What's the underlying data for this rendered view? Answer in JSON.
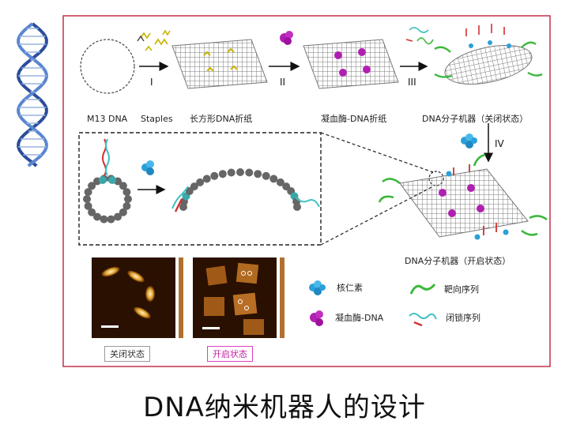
{
  "page_title": "DNA纳米机器人的设计",
  "steps": {
    "m13": "M13 DNA",
    "staples": "Staples",
    "rect_origami": "长方形DNA折纸",
    "thrombin_origami": "凝血酶-DNA折纸",
    "machine_closed": "DNA分子机器（关闭状态）",
    "machine_open": "DNA分子机器（开启状态）"
  },
  "arrows": {
    "i": "I",
    "ii": "II",
    "iii": "III",
    "iv": "IV"
  },
  "afm": {
    "closed": "关闭状态",
    "open": "开启状态"
  },
  "legend": {
    "nucleolin": "核仁素",
    "thrombin_dna": "凝血酶-DNA",
    "targeting_seq": "靶向序列",
    "locking_seq": "闭锁序列"
  },
  "colors": {
    "frame": "#c0304a",
    "open_badge": "#e040c0",
    "thrombin": "#b020b0",
    "nucleolin": "#2aa0d8",
    "targeting": "#3cb83c",
    "locking": "#40c0c0",
    "staple": "#c8b400",
    "grid": "#8a8a8a"
  },
  "icons": [
    "dna-helix-icon",
    "arrow-right-icon",
    "arrow-down-icon"
  ]
}
